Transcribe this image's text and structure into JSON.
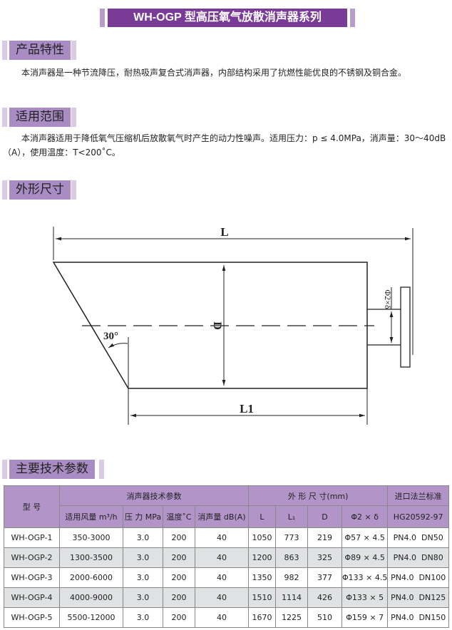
{
  "title": "WH-OGP 型高压氧气放散消声器系列",
  "sections": {
    "features": {
      "heading": "产品特性",
      "text": "本消声器是一种节流降压，耐热吸声复合式消声器，内部结构采用了抗燃性能优良的不锈钢及铜合金。"
    },
    "scope": {
      "heading": "适用范围",
      "text": "本消声器适用于降低氧气压缩机后放散氧气时产生的动力性噪声。适用压力：p ≤ 4.0MPa，消声量：30～40dB（A），使用温度：T<200˚C。"
    },
    "dimensions": {
      "heading": "外形尺寸",
      "labels": {
        "L": "L",
        "L1": "L1",
        "D": "D",
        "angle": "30°",
        "pipe": "Φ2×δ"
      }
    },
    "params": {
      "heading": "主要技术参数"
    }
  },
  "table": {
    "group_headers": {
      "model": "型 号",
      "tech": "消声器技术参数",
      "dims": "外 形 尺 寸(mm)",
      "flange": "进口法兰标准"
    },
    "sub_headers": [
      "适用风量 m³/h",
      "压 力 MPa",
      "温度˚C",
      "消声量 dB(A)",
      "L",
      "L₁",
      "D",
      "Φ2 × δ",
      "HG20592-97"
    ],
    "rows": [
      [
        "WH-OGP-1",
        "350-3000",
        "3.0",
        "200",
        "40",
        "1050",
        "773",
        "219",
        "Φ57 × 4.5",
        "PN4.0  DN50"
      ],
      [
        "WH-OGP-2",
        "1300-3500",
        "3.0",
        "200",
        "40",
        "1200",
        "863",
        "325",
        "Φ89 × 4.5",
        "PN4.0  DN80"
      ],
      [
        "WH-OGP-3",
        "2000-6000",
        "3.0",
        "200",
        "40",
        "1350",
        "982",
        "377",
        "Φ133 × 4.5",
        "PN4.0  DN100"
      ],
      [
        "WH-OGP-4",
        "4000-9000",
        "3.0",
        "200",
        "40",
        "1510",
        "1114",
        "426",
        "Φ133 × 5",
        "PN4.0  DN125"
      ],
      [
        "WH-OGP-5",
        "5500-12000",
        "3.0",
        "200",
        "40",
        "1670",
        "1225",
        "510",
        "Φ159 × 7",
        "PN4.0  DN150"
      ]
    ]
  }
}
